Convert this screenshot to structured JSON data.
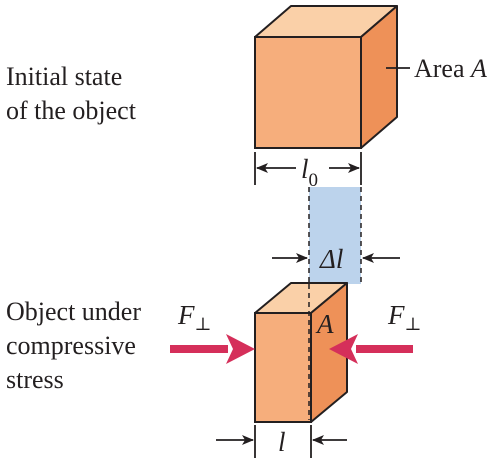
{
  "diagram": {
    "initial_label": [
      "Initial state",
      "of the object"
    ],
    "area_label": "Area",
    "area_symbol": "A",
    "length0_symbol": "l",
    "length0_subscript": "0",
    "delta_symbol": "Δl",
    "compressed_label": [
      "Object under",
      "compressive",
      "stress"
    ],
    "force_symbol": "F",
    "force_subscript": "⊥",
    "face_area_symbol": "A",
    "length_symbol": "l"
  },
  "colors": {
    "cube_front": "#f6ae7c",
    "cube_top": "#fad0a8",
    "cube_side": "#ee9158",
    "outline": "#231f20",
    "delta_band": "#bcd3ec",
    "arrow": "#d52f5a"
  }
}
